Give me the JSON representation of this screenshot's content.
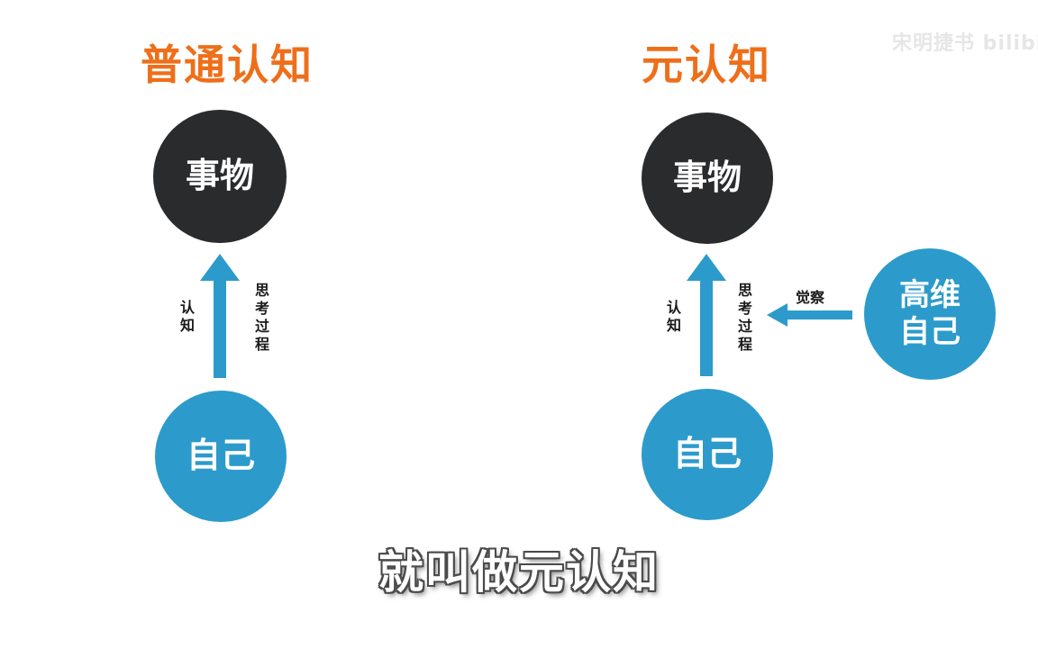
{
  "left": {
    "title": "普通认知",
    "top_node": "事物",
    "bottom_node": "自己",
    "arrow_label_left": "认知",
    "arrow_label_right": "思考过程"
  },
  "right": {
    "title": "元认知",
    "top_node": "事物",
    "bottom_node": "自己",
    "arrow_label_left": "认知",
    "arrow_label_right": "思考过程",
    "side_node": "高维自己",
    "side_arrow_label": "觉察"
  },
  "watermark": "宋明捷书 bilibili",
  "subtitle": "就叫做元认知",
  "colors": {
    "title": "#ee6f1a",
    "dark_node": "#2a2b2d",
    "blue_node": "#2c9bcb",
    "arrow": "#2c9bcb"
  }
}
